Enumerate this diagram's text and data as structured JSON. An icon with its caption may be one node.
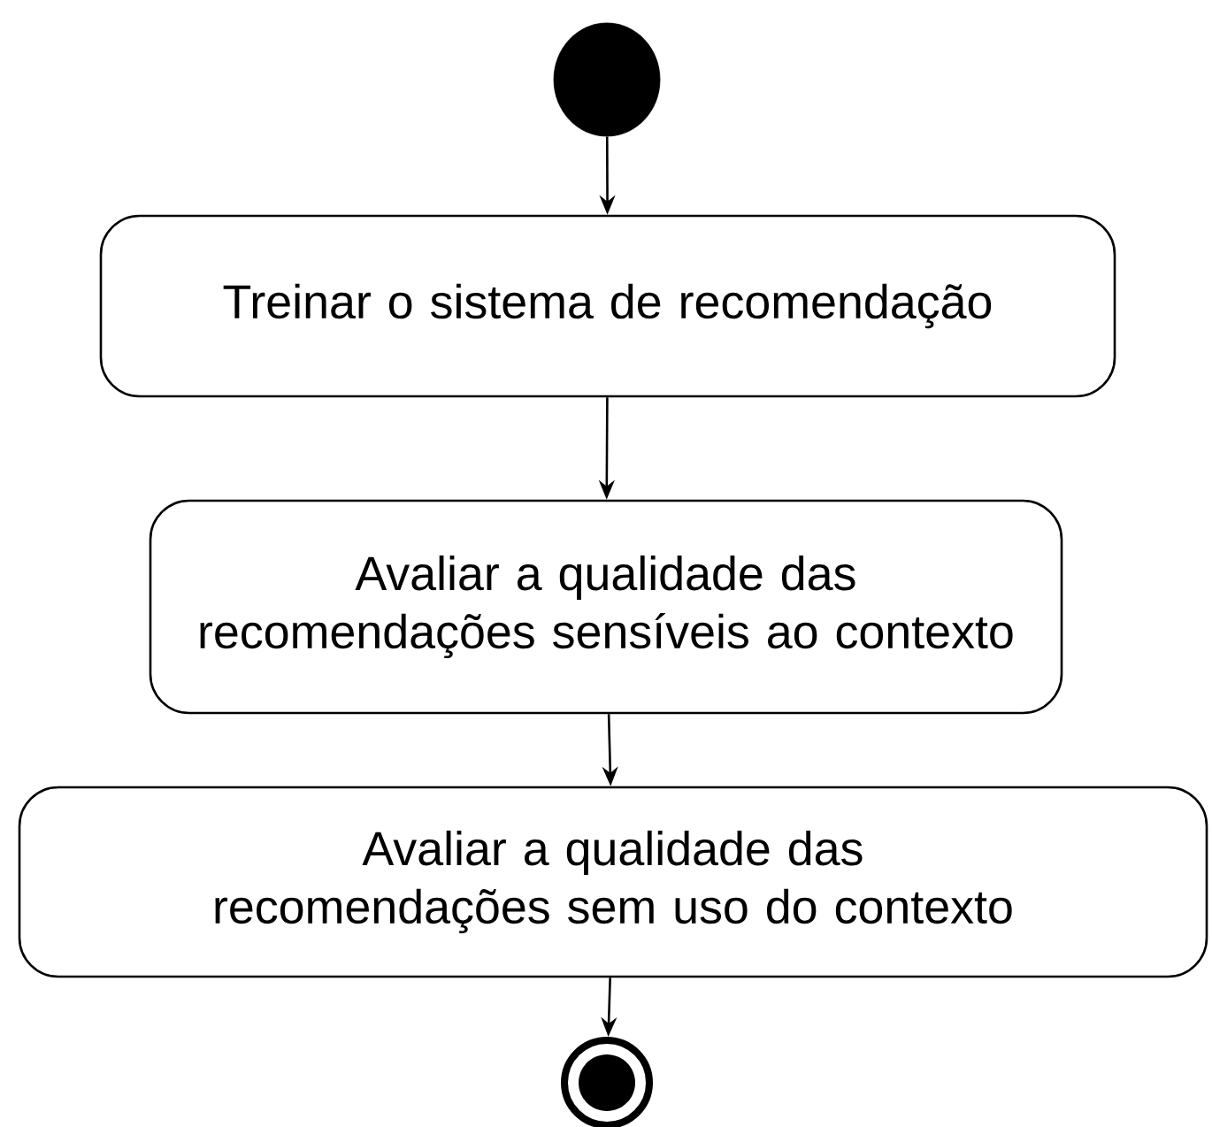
{
  "diagram": {
    "nodes": [
      {
        "text": [],
        "shape": "circle"
      },
      {
        "text": [
          "Treinar o sistema de recomendação"
        ]
      },
      {
        "text": [
          "Avaliar a qualidade das recomendações sensíveis ao contexto"
        ]
      },
      {
        "text": [
          "Avaliar a qualidade das recomendações sem uso do contexto"
        ]
      },
      {
        "text": [],
        "shape": "bullseye"
      }
    ],
    "edges": [
      {
        "from": 0,
        "to": 1,
        "arrow": "to"
      },
      {
        "from": 1,
        "to": 2,
        "arrow": "to"
      },
      {
        "from": 2,
        "to": 3,
        "arrow": "to"
      },
      {
        "from": 3,
        "to": 4,
        "arrow": "to"
      }
    ]
  }
}
